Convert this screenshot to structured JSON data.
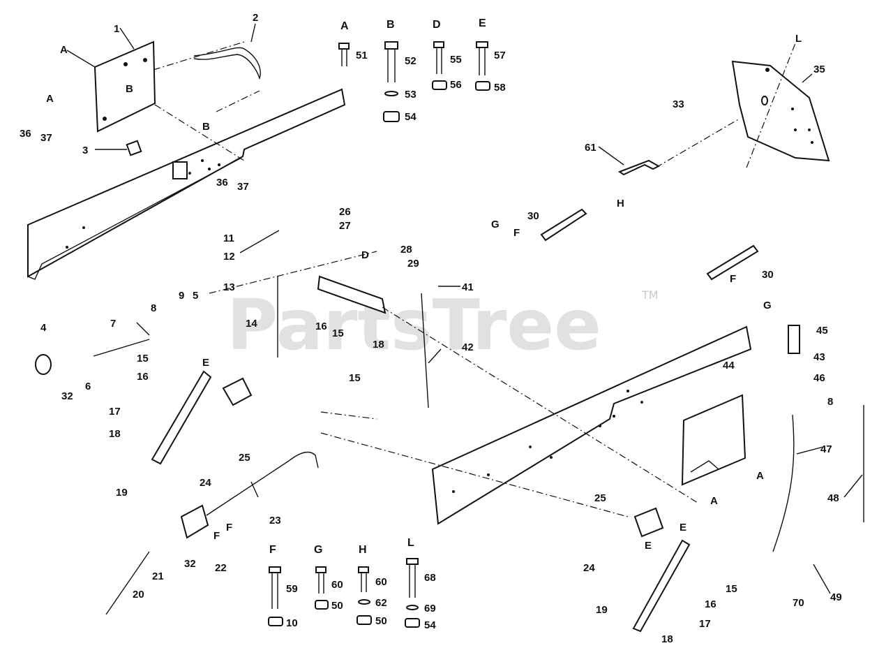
{
  "watermark": {
    "text": "PartsTree",
    "tm": "TM"
  },
  "hardware_groups": [
    {
      "key": "A",
      "labels": [
        "51"
      ]
    },
    {
      "key": "B",
      "labels": [
        "52",
        "53",
        "54"
      ]
    },
    {
      "key": "D",
      "labels": [
        "55",
        "56"
      ]
    },
    {
      "key": "E",
      "labels": [
        "57",
        "58"
      ]
    },
    {
      "key": "F",
      "labels": [
        "59",
        "10"
      ]
    },
    {
      "key": "G",
      "labels": [
        "60",
        "50"
      ]
    },
    {
      "key": "H",
      "labels": [
        "60",
        "62",
        "50"
      ]
    },
    {
      "key": "L",
      "labels": [
        "68",
        "69",
        "54"
      ]
    }
  ],
  "callouts": [
    "1",
    "2",
    "A",
    "A",
    "B",
    "B",
    "36",
    "37",
    "3",
    "36",
    "37",
    "11",
    "12",
    "13",
    "26",
    "27",
    "D",
    "28",
    "29",
    "41",
    "14",
    "16",
    "15",
    "18",
    "42",
    "9",
    "5",
    "8",
    "7",
    "4",
    "32",
    "6",
    "15",
    "16",
    "E",
    "17",
    "18",
    "25",
    "24",
    "19",
    "23",
    "F",
    "F",
    "21",
    "32",
    "22",
    "20",
    "33",
    "35",
    "L",
    "61",
    "H",
    "30",
    "G",
    "F",
    "30",
    "F",
    "G",
    "45",
    "43",
    "46",
    "8",
    "44",
    "47",
    "48",
    "A",
    "A",
    "25",
    "E",
    "E",
    "24",
    "19",
    "16",
    "15",
    "17",
    "18",
    "70",
    "49",
    "15"
  ]
}
